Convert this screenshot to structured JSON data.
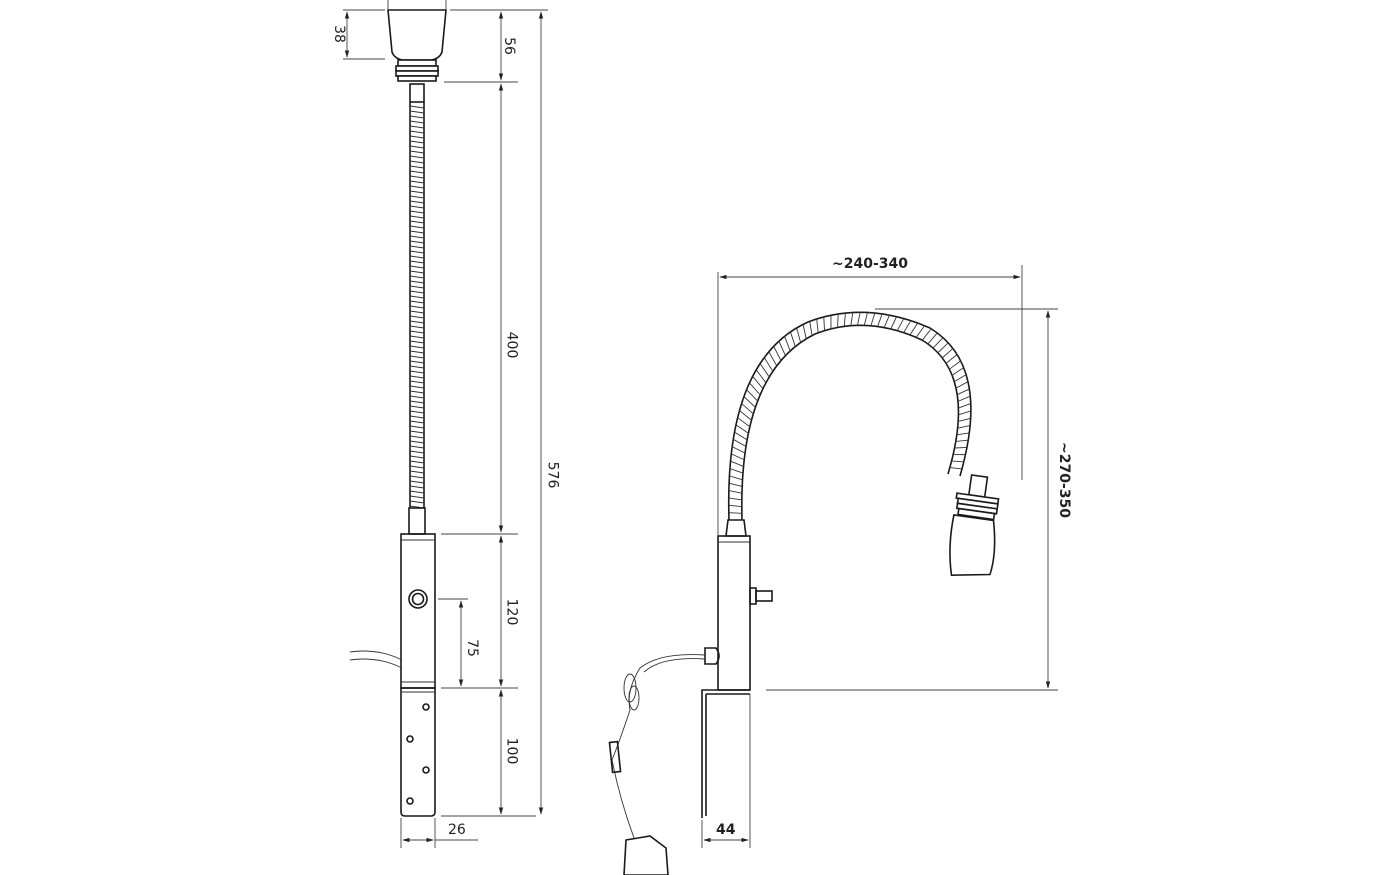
{
  "drawing": {
    "subject": "Flexible gooseneck wall lamp with clamp bracket",
    "front_view": {
      "dimensions": {
        "shade_height": "38",
        "head_height": "56",
        "gooseneck_length": "400",
        "total_height": "576",
        "body_height": "120",
        "switch_height": "75",
        "bracket_height": "100",
        "body_width": "26"
      }
    },
    "side_view": {
      "dimensions": {
        "reach": "~240-340",
        "height": "~270-350",
        "bracket_depth": "44"
      }
    },
    "colors": {
      "line": "#1a1a1a",
      "dimension_line": "#444444",
      "background": "#ffffff"
    }
  }
}
